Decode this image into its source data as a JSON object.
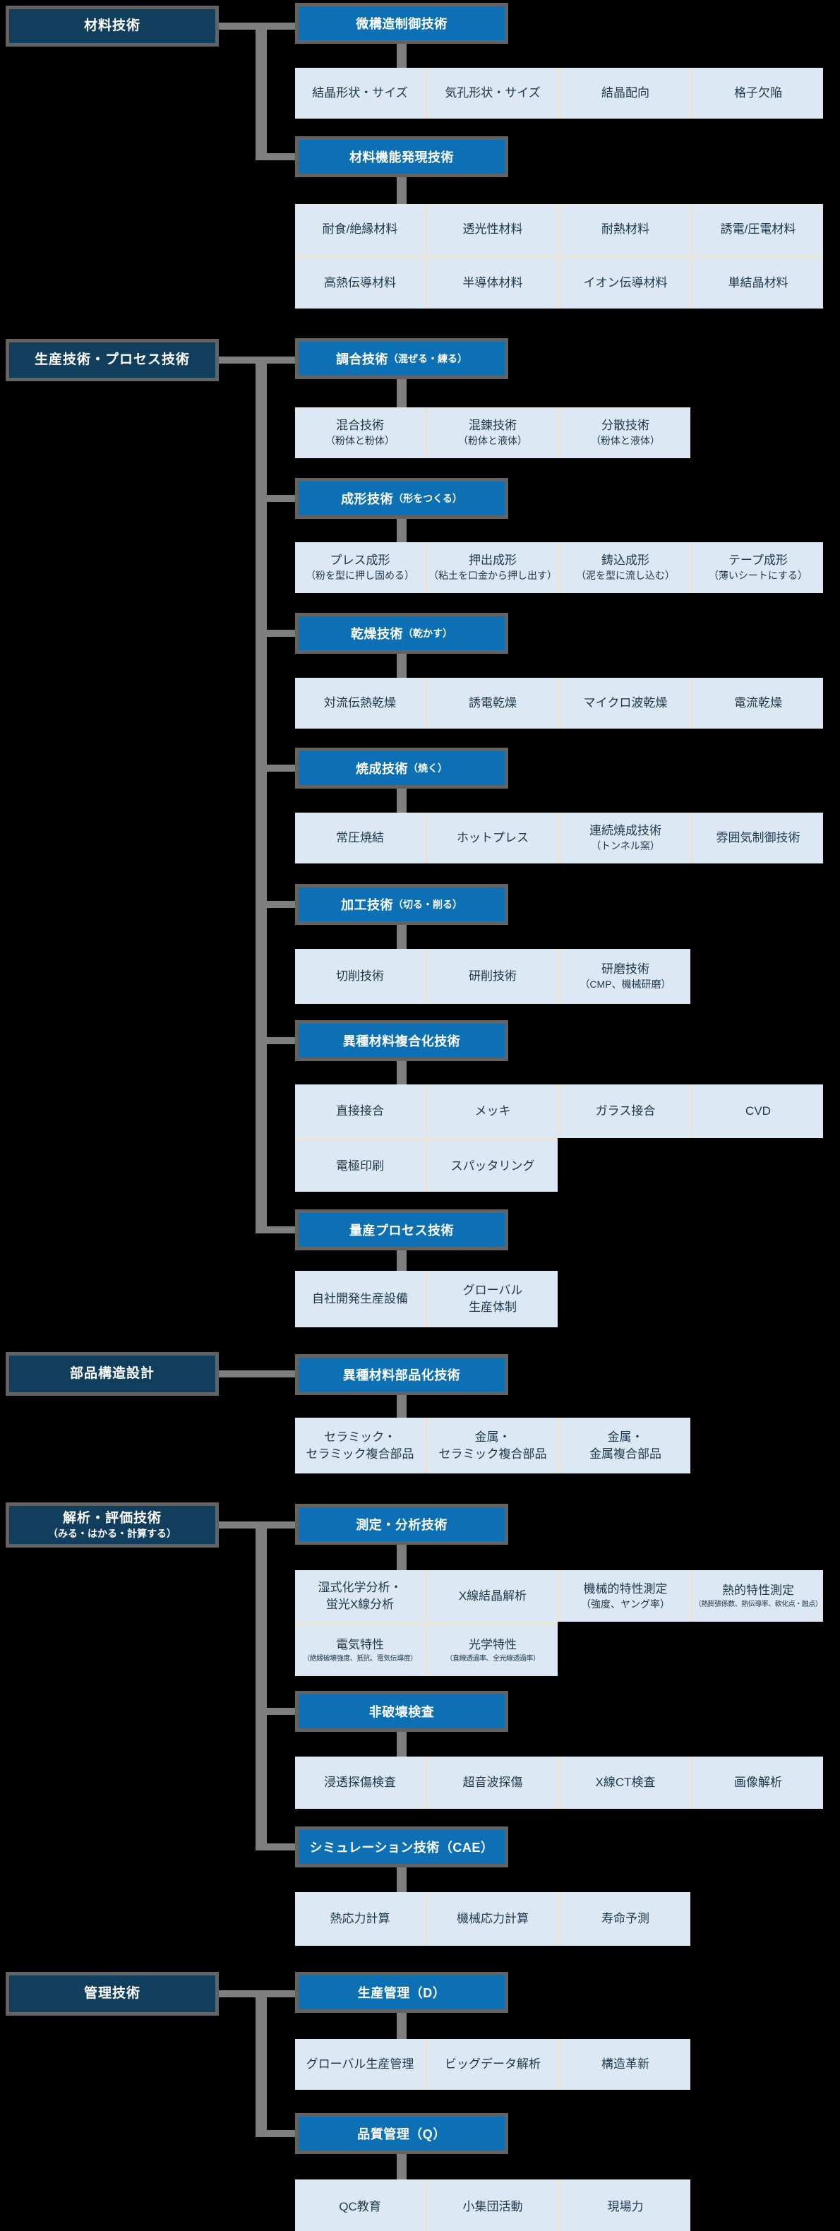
{
  "palette": {
    "background": "#000000",
    "side_box": "#123E5D",
    "header_box": "#0D70B4",
    "box_border_gray": "#636363",
    "connector_gray": "#7f7f7f",
    "item_bg": "#DCE9F4",
    "item_separator": "#EAE3DA",
    "item_text": "#21394F",
    "box_text": "#FFFFFF"
  },
  "groups": [
    {
      "side": {
        "lines": [
          "材料技術"
        ]
      },
      "headers": [
        {
          "label": {
            "main": "微構造制御技術",
            "paren": ""
          },
          "rows": [
            {
              "cells": [
                {
                  "lines": [
                    {
                      "t": "結晶形状・サイズ",
                      "s": "md"
                    }
                  ]
                },
                {
                  "lines": [
                    {
                      "t": "気孔形状・サイズ",
                      "s": "md"
                    }
                  ]
                },
                {
                  "lines": [
                    {
                      "t": "結晶配向",
                      "s": "md"
                    }
                  ]
                },
                {
                  "lines": [
                    {
                      "t": "格子欠陥",
                      "s": "md"
                    }
                  ]
                }
              ]
            }
          ]
        },
        {
          "label": {
            "main": "材料機能発現技術",
            "paren": ""
          },
          "rows": [
            {
              "cells": [
                {
                  "lines": [
                    {
                      "t": "耐食/絶縁材料",
                      "s": "md"
                    }
                  ]
                },
                {
                  "lines": [
                    {
                      "t": "透光性材料",
                      "s": "md"
                    }
                  ]
                },
                {
                  "lines": [
                    {
                      "t": "耐熱材料",
                      "s": "md"
                    }
                  ]
                },
                {
                  "lines": [
                    {
                      "t": "誘電/圧電材料",
                      "s": "md"
                    }
                  ]
                }
              ]
            },
            {
              "cells": [
                {
                  "lines": [
                    {
                      "t": "高熱伝導材料",
                      "s": "md"
                    }
                  ]
                },
                {
                  "lines": [
                    {
                      "t": "半導体材料",
                      "s": "md"
                    }
                  ]
                },
                {
                  "lines": [
                    {
                      "t": "イオン伝導材料",
                      "s": "md"
                    }
                  ]
                },
                {
                  "lines": [
                    {
                      "t": "単結晶材料",
                      "s": "md"
                    }
                  ]
                }
              ]
            }
          ]
        }
      ]
    },
    {
      "side": {
        "lines": [
          "生産技術・プロセス技術"
        ]
      },
      "headers": [
        {
          "label": {
            "main": "調合技術",
            "paren": "（混ぜる・練る）"
          },
          "rows": [
            {
              "cells": [
                {
                  "lines": [
                    {
                      "t": "混合技術",
                      "s": "md"
                    },
                    {
                      "t": "（粉体と粉体）",
                      "s": "sm"
                    }
                  ]
                },
                {
                  "lines": [
                    {
                      "t": "混錬技術",
                      "s": "md"
                    },
                    {
                      "t": "（粉体と液体）",
                      "s": "sm"
                    }
                  ]
                },
                {
                  "lines": [
                    {
                      "t": "分散技術",
                      "s": "md"
                    },
                    {
                      "t": "（粉体と液体）",
                      "s": "sm"
                    }
                  ]
                }
              ]
            }
          ]
        },
        {
          "label": {
            "main": "成形技術",
            "paren": "（形をつくる）"
          },
          "rows": [
            {
              "cells": [
                {
                  "lines": [
                    {
                      "t": "プレス成形",
                      "s": "md"
                    },
                    {
                      "t": "（粉を型に押し固める）",
                      "s": "sm"
                    }
                  ]
                },
                {
                  "lines": [
                    {
                      "t": "押出成形",
                      "s": "md"
                    },
                    {
                      "t": "（粘土を口金から押し出す）",
                      "s": "sm"
                    }
                  ]
                },
                {
                  "lines": [
                    {
                      "t": "鋳込成形",
                      "s": "md"
                    },
                    {
                      "t": "（泥を型に流し込む）",
                      "s": "sm"
                    }
                  ]
                },
                {
                  "lines": [
                    {
                      "t": "テープ成形",
                      "s": "md"
                    },
                    {
                      "t": "（薄いシートにする）",
                      "s": "sm"
                    }
                  ]
                }
              ]
            }
          ]
        },
        {
          "label": {
            "main": "乾燥技術",
            "paren": "（乾かす）"
          },
          "rows": [
            {
              "cells": [
                {
                  "lines": [
                    {
                      "t": "対流伝熱乾燥",
                      "s": "md"
                    }
                  ]
                },
                {
                  "lines": [
                    {
                      "t": "誘電乾燥",
                      "s": "md"
                    }
                  ]
                },
                {
                  "lines": [
                    {
                      "t": "マイクロ波乾燥",
                      "s": "md"
                    }
                  ]
                },
                {
                  "lines": [
                    {
                      "t": "電流乾燥",
                      "s": "md"
                    }
                  ]
                }
              ]
            }
          ]
        },
        {
          "label": {
            "main": "焼成技術",
            "paren": "（焼く）"
          },
          "rows": [
            {
              "cells": [
                {
                  "lines": [
                    {
                      "t": "常圧焼結",
                      "s": "md"
                    }
                  ]
                },
                {
                  "lines": [
                    {
                      "t": "ホットプレス",
                      "s": "md"
                    }
                  ]
                },
                {
                  "lines": [
                    {
                      "t": "連続焼成技術",
                      "s": "md"
                    },
                    {
                      "t": "（トンネル窯）",
                      "s": "sm"
                    }
                  ]
                },
                {
                  "lines": [
                    {
                      "t": "雰囲気制御技術",
                      "s": "md"
                    }
                  ]
                }
              ]
            }
          ]
        },
        {
          "label": {
            "main": "加工技術",
            "paren": "（切る・削る）"
          },
          "rows": [
            {
              "cells": [
                {
                  "lines": [
                    {
                      "t": "切削技術",
                      "s": "md"
                    }
                  ]
                },
                {
                  "lines": [
                    {
                      "t": "研削技術",
                      "s": "md"
                    }
                  ]
                },
                {
                  "lines": [
                    {
                      "t": "研磨技術",
                      "s": "md"
                    },
                    {
                      "t": "（CMP、機械研磨）",
                      "s": "sm"
                    }
                  ]
                }
              ]
            }
          ]
        },
        {
          "label": {
            "main": "異種材料複合化技術",
            "paren": ""
          },
          "rows": [
            {
              "cells": [
                {
                  "lines": [
                    {
                      "t": "直接接合",
                      "s": "md"
                    }
                  ]
                },
                {
                  "lines": [
                    {
                      "t": "メッキ",
                      "s": "md"
                    }
                  ]
                },
                {
                  "lines": [
                    {
                      "t": "ガラス接合",
                      "s": "md"
                    }
                  ]
                },
                {
                  "lines": [
                    {
                      "t": "CVD",
                      "s": "md"
                    }
                  ]
                }
              ]
            },
            {
              "cells": [
                {
                  "lines": [
                    {
                      "t": "電極印刷",
                      "s": "md"
                    }
                  ]
                },
                {
                  "lines": [
                    {
                      "t": "スパッタリング",
                      "s": "md"
                    }
                  ]
                }
              ]
            }
          ]
        },
        {
          "label": {
            "main": "量産プロセス技術",
            "paren": ""
          },
          "rows": [
            {
              "cells": [
                {
                  "lines": [
                    {
                      "t": "自社開発生産設備",
                      "s": "md"
                    }
                  ]
                },
                {
                  "lines": [
                    {
                      "t": "グローバル",
                      "s": "md"
                    },
                    {
                      "t": "生産体制",
                      "s": "md"
                    }
                  ]
                }
              ]
            }
          ]
        }
      ]
    },
    {
      "side": {
        "lines": [
          "部品構造設計"
        ]
      },
      "headers": [
        {
          "label": {
            "main": "異種材料部品化技術",
            "paren": ""
          },
          "rows": [
            {
              "cells": [
                {
                  "lines": [
                    {
                      "t": "セラミック・",
                      "s": "md"
                    },
                    {
                      "t": "セラミック複合部品",
                      "s": "md"
                    }
                  ]
                },
                {
                  "lines": [
                    {
                      "t": "金属・",
                      "s": "md"
                    },
                    {
                      "t": "セラミック複合部品",
                      "s": "md"
                    }
                  ]
                },
                {
                  "lines": [
                    {
                      "t": "金属・",
                      "s": "md"
                    },
                    {
                      "t": "金属複合部品",
                      "s": "md"
                    }
                  ]
                }
              ]
            }
          ]
        }
      ]
    },
    {
      "side": {
        "lines": [
          "解析・評価技術",
          "（みる・はかる・計算する）"
        ]
      },
      "headers": [
        {
          "label": {
            "main": "測定・分析技術",
            "paren": ""
          },
          "rows": [
            {
              "cells": [
                {
                  "lines": [
                    {
                      "t": "湿式化学分析・",
                      "s": "md"
                    },
                    {
                      "t": "蛍光X線分析",
                      "s": "md"
                    }
                  ]
                },
                {
                  "lines": [
                    {
                      "t": "X線結晶解析",
                      "s": "md"
                    }
                  ]
                },
                {
                  "lines": [
                    {
                      "t": "機械的特性測定",
                      "s": "md"
                    },
                    {
                      "t": "（強度、ヤング率）",
                      "s": "sm"
                    }
                  ]
                },
                {
                  "lines": [
                    {
                      "t": "熱的特性測定",
                      "s": "md"
                    },
                    {
                      "t": "（熱膨張係数、熱伝導率、軟化点・融点）",
                      "s": "xs"
                    }
                  ]
                }
              ]
            },
            {
              "cells": [
                {
                  "lines": [
                    {
                      "t": "電気特性",
                      "s": "md"
                    },
                    {
                      "t": "（絶縁破壊強度、抵抗、電気伝導度）",
                      "s": "xs"
                    }
                  ]
                },
                {
                  "lines": [
                    {
                      "t": "光学特性",
                      "s": "md"
                    },
                    {
                      "t": "（直線透過率、全光線透過率）",
                      "s": "xs"
                    }
                  ]
                }
              ]
            }
          ]
        },
        {
          "label": {
            "main": "非破壊検査",
            "paren": ""
          },
          "rows": [
            {
              "cells": [
                {
                  "lines": [
                    {
                      "t": "浸透探傷検査",
                      "s": "md"
                    }
                  ]
                },
                {
                  "lines": [
                    {
                      "t": "超音波探傷",
                      "s": "md"
                    }
                  ]
                },
                {
                  "lines": [
                    {
                      "t": "X線CT検査",
                      "s": "md"
                    }
                  ]
                },
                {
                  "lines": [
                    {
                      "t": "画像解析",
                      "s": "md"
                    }
                  ]
                }
              ]
            }
          ]
        },
        {
          "label": {
            "main": "シミュレーション技術（CAE）",
            "paren": ""
          },
          "rows": [
            {
              "cells": [
                {
                  "lines": [
                    {
                      "t": "熱応力計算",
                      "s": "md"
                    }
                  ]
                },
                {
                  "lines": [
                    {
                      "t": "機械応力計算",
                      "s": "md"
                    }
                  ]
                },
                {
                  "lines": [
                    {
                      "t": "寿命予測",
                      "s": "md"
                    }
                  ]
                }
              ]
            }
          ]
        }
      ]
    },
    {
      "side": {
        "lines": [
          "管理技術"
        ]
      },
      "headers": [
        {
          "label": {
            "main": "生産管理（D）",
            "paren": ""
          },
          "rows": [
            {
              "cells": [
                {
                  "lines": [
                    {
                      "t": "グローバル生産管理",
                      "s": "md"
                    }
                  ]
                },
                {
                  "lines": [
                    {
                      "t": "ビッグデータ解析",
                      "s": "md"
                    }
                  ]
                },
                {
                  "lines": [
                    {
                      "t": "構造革新",
                      "s": "md"
                    }
                  ]
                }
              ]
            }
          ]
        },
        {
          "label": {
            "main": "品質管理（Q）",
            "paren": ""
          },
          "rows": [
            {
              "cells": [
                {
                  "lines": [
                    {
                      "t": "QC教育",
                      "s": "md"
                    }
                  ]
                },
                {
                  "lines": [
                    {
                      "t": "小集団活動",
                      "s": "md"
                    }
                  ]
                },
                {
                  "lines": [
                    {
                      "t": "現場力",
                      "s": "md"
                    }
                  ]
                }
              ]
            }
          ]
        }
      ]
    }
  ]
}
